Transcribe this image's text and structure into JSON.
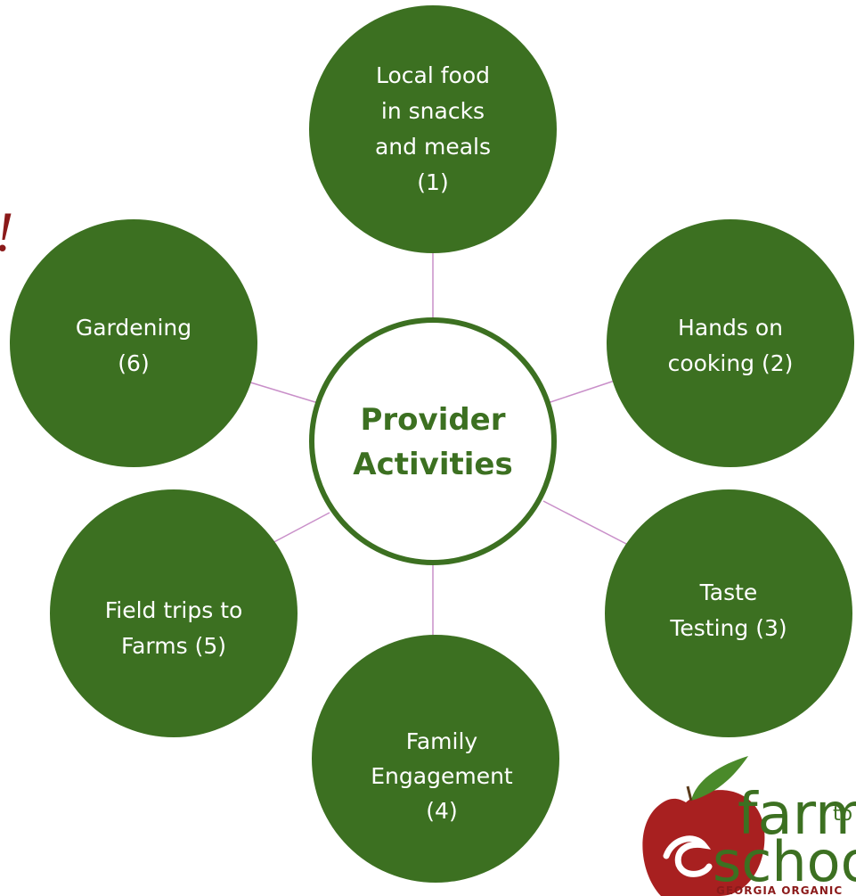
{
  "diagram": {
    "center": {
      "lines": [
        "Provider",
        "Activities"
      ]
    },
    "nodes": [
      {
        "id": "local-food",
        "lines": [
          "Local food",
          "in snacks",
          "and meals",
          "(1)"
        ]
      },
      {
        "id": "hands-on-cooking",
        "lines": [
          "Hands on",
          "cooking (2)"
        ]
      },
      {
        "id": "taste-testing",
        "lines": [
          "Taste",
          "Testing (3)"
        ]
      },
      {
        "id": "family-engagement",
        "lines": [
          "Family",
          "Engagement",
          "(4)"
        ]
      },
      {
        "id": "field-trips",
        "lines": [
          "Field trips to",
          "Farms (5)"
        ]
      },
      {
        "id": "gardening",
        "lines": [
          "Gardening",
          "(6)"
        ]
      }
    ],
    "colors": {
      "node_fill": "#3c7021",
      "center_stroke": "#3c7021",
      "connector": "#c98fc9",
      "apple": "#a82020",
      "leaf": "#4a8a2a"
    }
  },
  "edge_mark": "!",
  "logo": {
    "line1": "farm",
    "line1_small": "to",
    "line2": "schoo",
    "line3": "GEORGIA ORGANIC"
  }
}
